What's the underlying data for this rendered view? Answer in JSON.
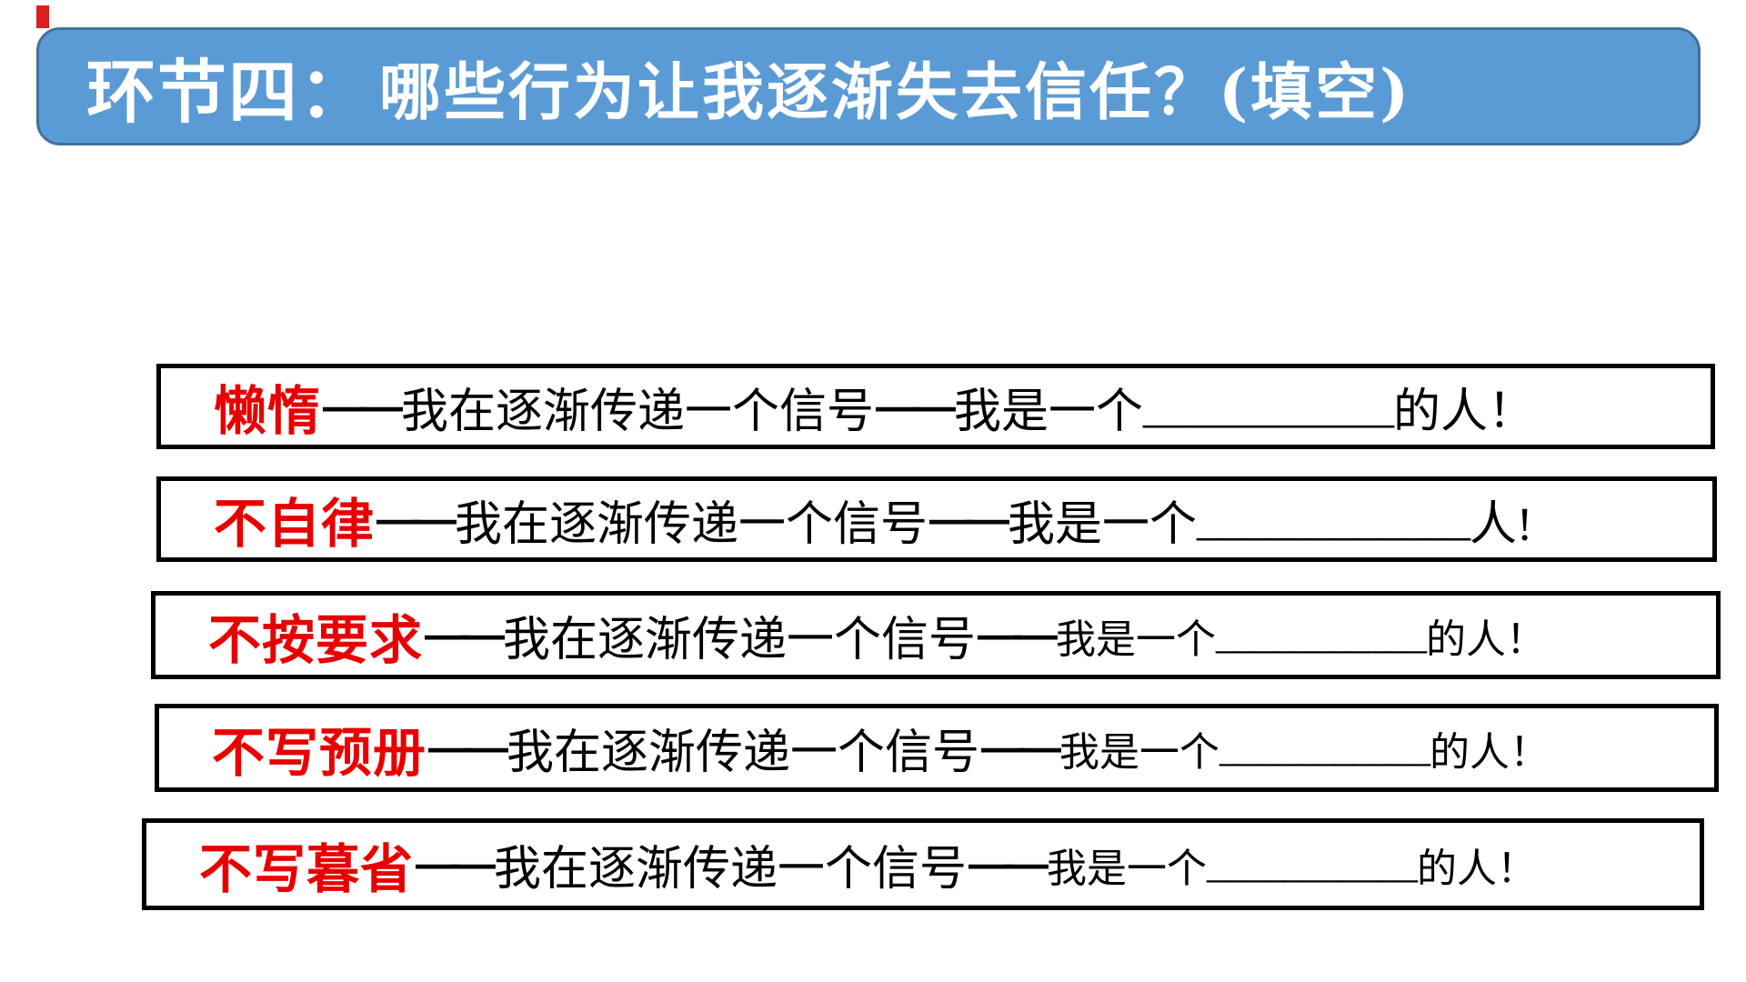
{
  "header": {
    "prefix": "环节四：",
    "title": "哪些行为让我逐渐失去信任？(填空)",
    "bg_color": "#5B9BD5",
    "border_color": "#41719C",
    "text_color": "#FFFFFF"
  },
  "colors": {
    "keyword_red": "#E80000",
    "box_border": "#000000",
    "corner_mark": "#D92121",
    "page_background": "#FFFFFF"
  },
  "rows": [
    {
      "keyword": "懒惰",
      "dash1": "——",
      "middle": "我在逐渐传递一个信号",
      "dash2": "——",
      "pre": "我是一个",
      "blank": "___________",
      "post": "的人！"
    },
    {
      "keyword": "不自律",
      "dash1": "——",
      "middle": "我在逐渐传递一个信号",
      "dash2": "——",
      "pre": "我是一个",
      "blank": "____________",
      "post": "人!"
    },
    {
      "keyword": "不按要求",
      "dash1": "——",
      "middle": "我在逐渐传递一个信号",
      "dash2": "——",
      "pre": "我是一个",
      "blank": "___________",
      "post": "的人！"
    },
    {
      "keyword": "不写预册",
      "dash1": "——",
      "middle": "我在逐渐传递一个信号",
      "dash2": "——",
      "pre": "我是一个",
      "blank": "___________",
      "post": "的人！"
    },
    {
      "keyword": "不写暮省",
      "dash1": "——",
      "middle": "我在逐渐传递一个信号",
      "dash2": "——",
      "pre": "我是一个",
      "blank": "___________",
      "post": "的人！"
    }
  ]
}
